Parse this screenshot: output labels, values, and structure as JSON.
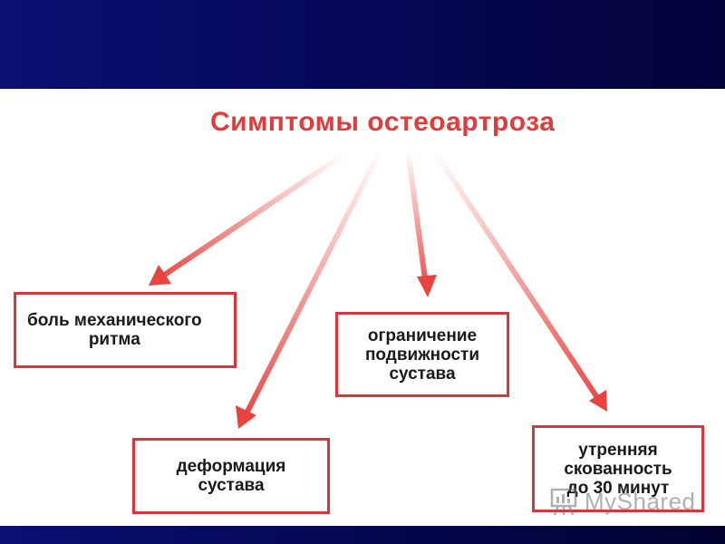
{
  "slide": {
    "title": "Симптомы остеоартроза"
  },
  "boxes": {
    "pain": "боль механического\nритма",
    "deformation": "деформация\nсустава",
    "limitation": "ограничение\nподвижности\nсустава",
    "stiffness": "утренняя\nскованность\nдо 30 минут"
  },
  "watermark": {
    "text": "MyShared",
    "icon": "presentation-board-icon"
  },
  "colors": {
    "header_band": "#06095a",
    "accent_red": "#e23b3b",
    "box_border": "#d9353c"
  }
}
